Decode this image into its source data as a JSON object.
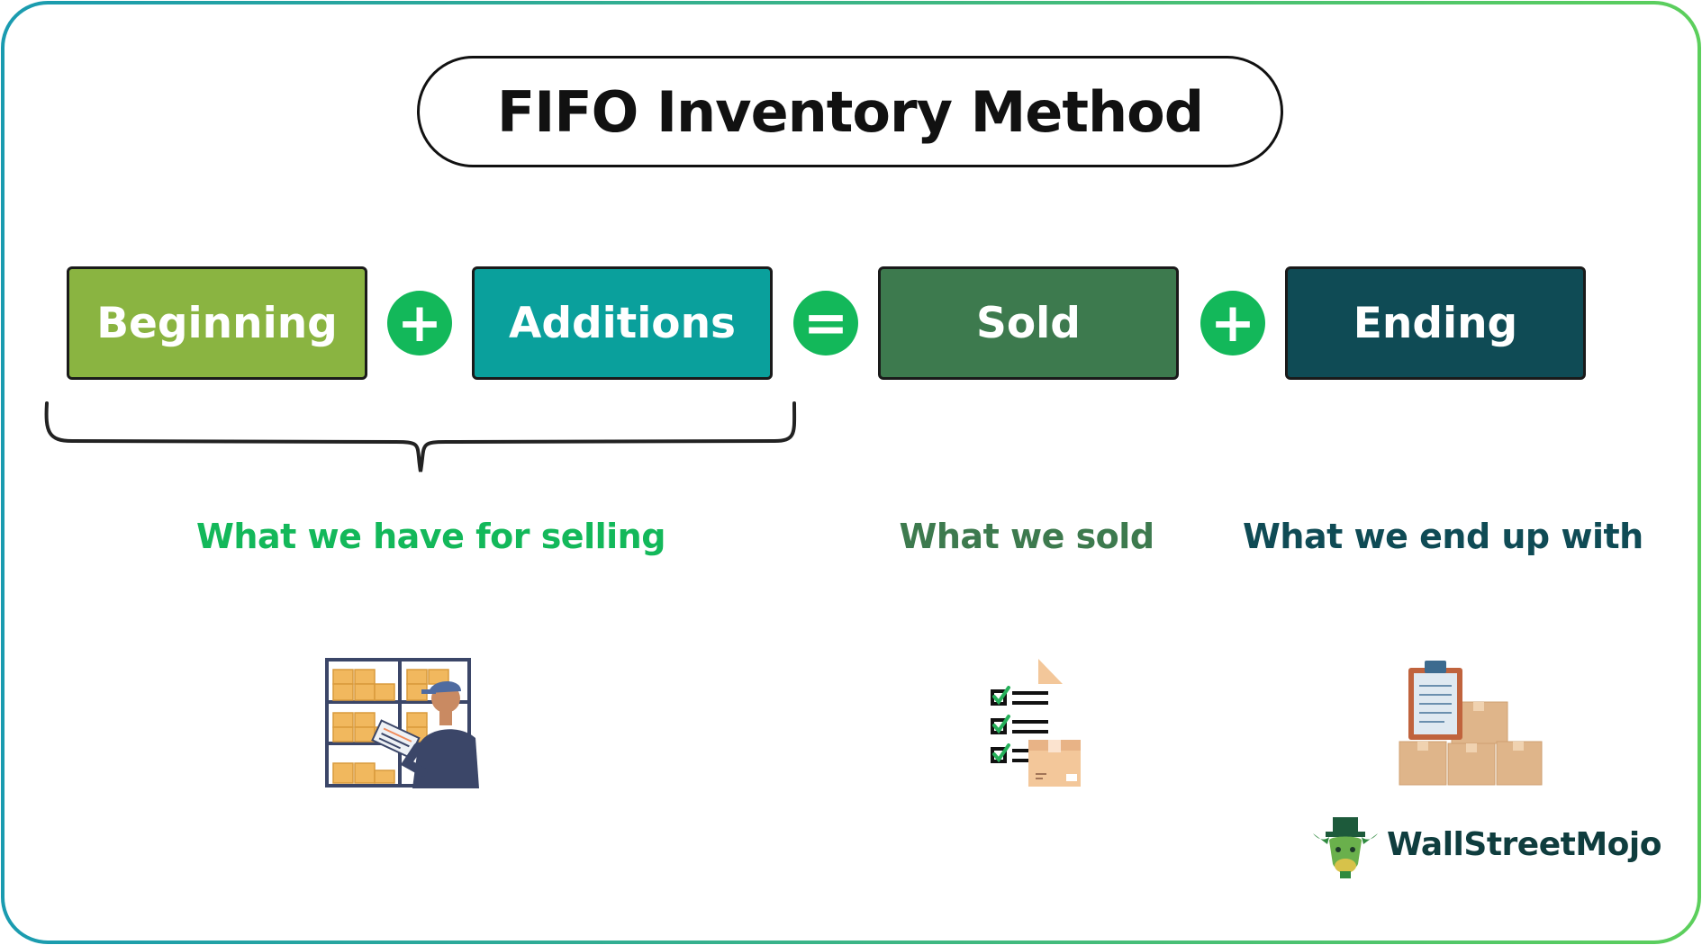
{
  "title": "FIFO Inventory Method",
  "terms": [
    {
      "label": "Beginning",
      "color": "#8ab441"
    },
    {
      "label": "Additions",
      "color": "#0aa09c"
    },
    {
      "label": "Sold",
      "color": "#3d7a4e"
    },
    {
      "label": "Ending",
      "color": "#0f4b55"
    }
  ],
  "operators": [
    "+",
    "=",
    "+"
  ],
  "operator_color": "#13b85a",
  "captions": [
    {
      "text": "What we have for selling",
      "color": "#13b85a"
    },
    {
      "text": "What we sold",
      "color": "#3d7a4e"
    },
    {
      "text": "What we end up with",
      "color": "#0f4b55"
    }
  ],
  "illustrations": [
    "warehouse-worker-icon",
    "checklist-box-icon",
    "clipboard-boxes-icon"
  ],
  "logo": {
    "text": "WallStreetMojo",
    "icon": "bull-mascot-icon"
  },
  "border_gradient": [
    "#1a9bb0",
    "#5ccf5c"
  ]
}
